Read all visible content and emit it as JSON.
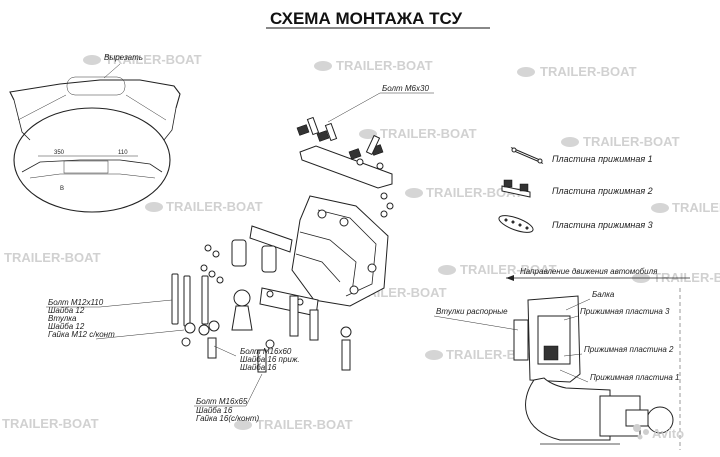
{
  "title": "СХЕМА МОНТАЖА ТСУ",
  "watermark": "TRAILER-BOAT",
  "bumper": {
    "cutout_label": "Вырезать",
    "dim_left": "350",
    "dim_right": "110"
  },
  "labels": {
    "bolt_m6x30": "Болт M6x30",
    "plate1": "Пластина прижимная 1",
    "plate2": "Пластина прижимная 2",
    "plate3": "Пластина прижимная 3",
    "direction": "Направление движения автомобиля",
    "bolt_m12": "Болт M12x110",
    "washer12": "Шайба 12",
    "sleeve": "Втулка",
    "washer12_2": "Шайба 12",
    "nut_m12": "Гайка M12 с/конт",
    "bolt_m16x60": "Болт M16x60",
    "washer16_spring": "Шайба 16 приж.",
    "washer16": "Шайба 16",
    "bolt_m16x65": "Болт M16x65",
    "washer16_b": "Шайба 16",
    "nut16": "Гайка 16(с/конт)",
    "spreader_sleeves": "Втулки распорные",
    "beam": "Балка",
    "side_plate3": "Прижимная пластина 3",
    "side_plate2": "Прижимная пластина 2",
    "side_plate1": "Прижимная пластина 1"
  },
  "brand": "Avito"
}
